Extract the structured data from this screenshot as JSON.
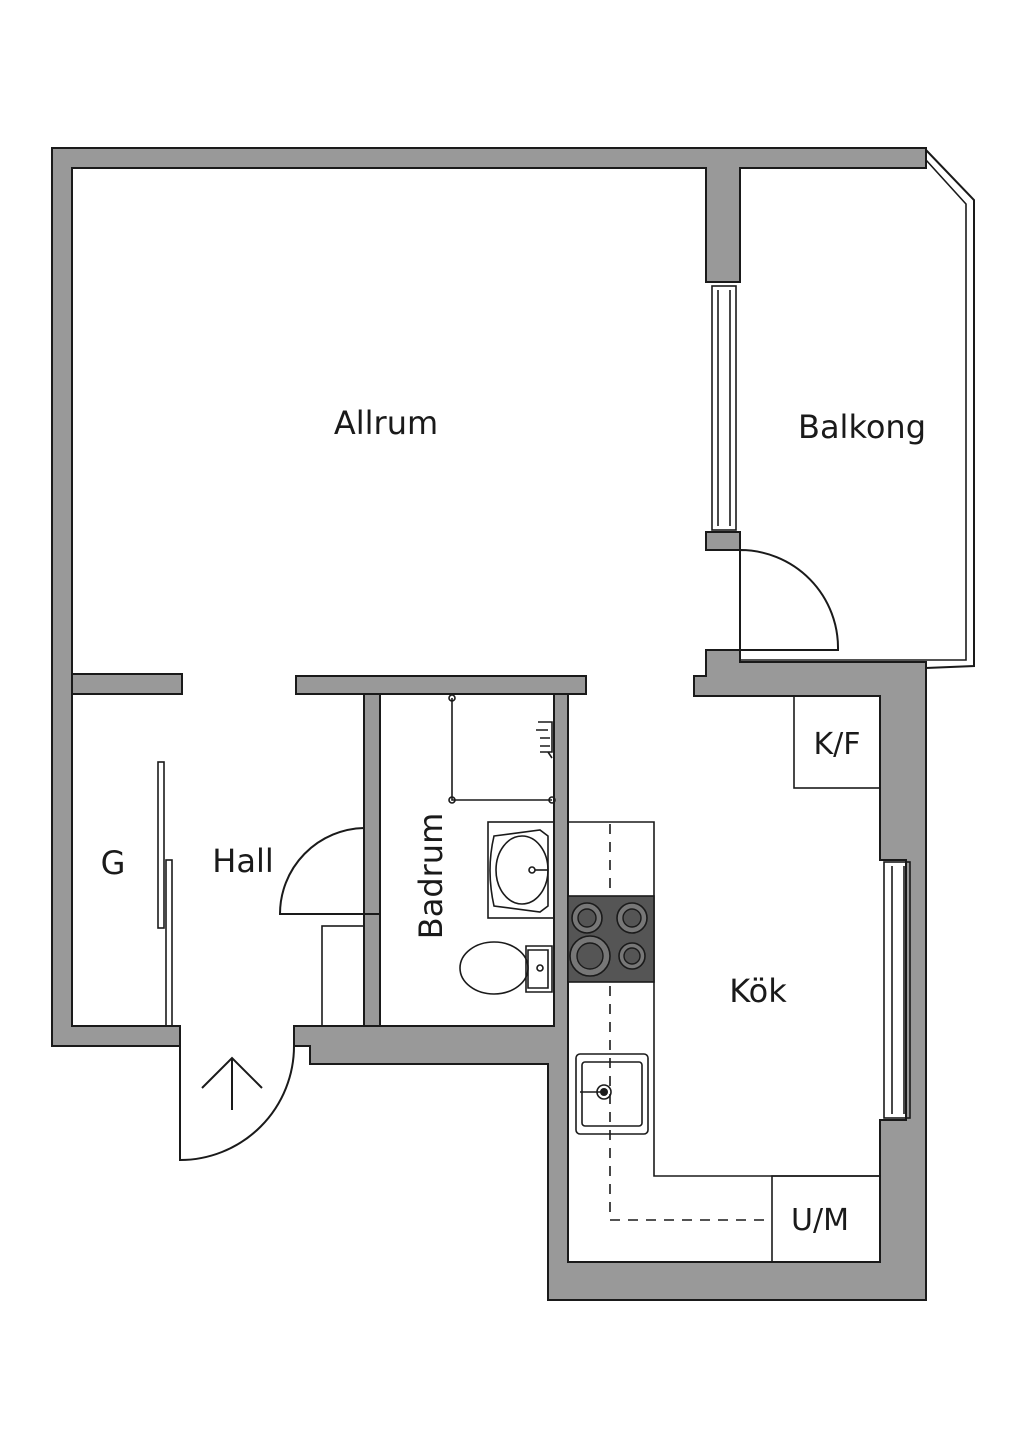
{
  "rooms": {
    "allrum": "Allrum",
    "balkong": "Balkong",
    "hall": "Hall",
    "garderob": "G",
    "badrum": "Badrum",
    "kok": "Kök"
  },
  "fixtures": {
    "kyl_frys": "K/F",
    "ugn_micro": "U/M"
  },
  "colors": {
    "wall": "#999999",
    "stove": "#555555",
    "line": "#1a1a1a"
  }
}
